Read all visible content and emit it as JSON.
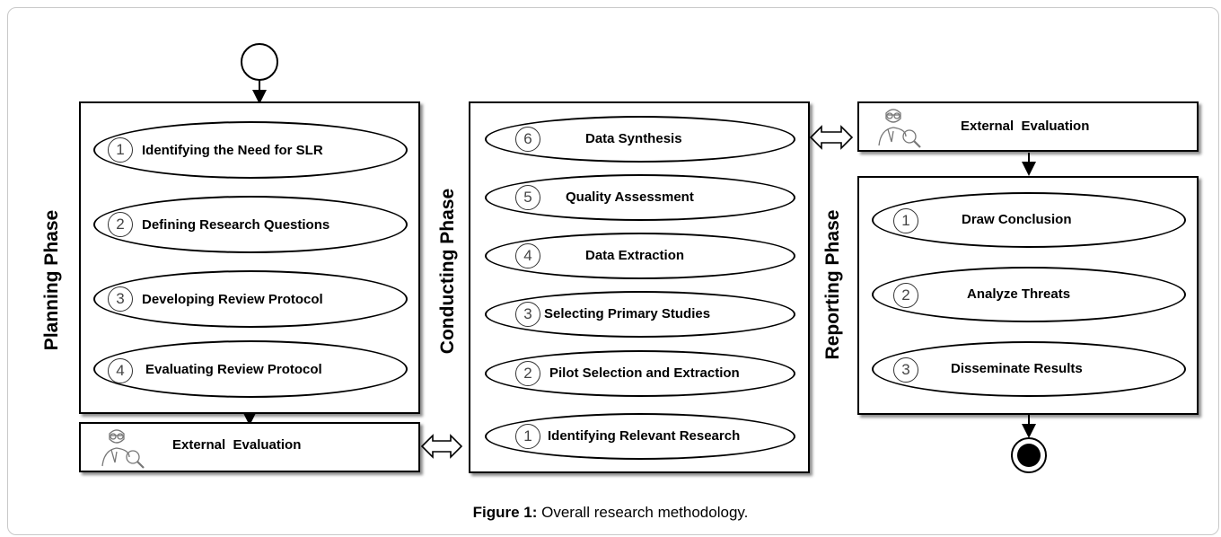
{
  "planning": {
    "phase_label": "Planning Phase",
    "steps": [
      {
        "num": "1",
        "label": "Identifying the Need for SLR"
      },
      {
        "num": "2",
        "label": "Defining Research Questions"
      },
      {
        "num": "3",
        "label": "Developing Review Protocol"
      },
      {
        "num": "4",
        "label": "Evaluating Review Protocol"
      }
    ]
  },
  "conducting": {
    "phase_label": "Conducting Phase",
    "steps": [
      {
        "num": "6",
        "label": "Data Synthesis"
      },
      {
        "num": "5",
        "label": "Quality Assessment"
      },
      {
        "num": "4",
        "label": "Data Extraction"
      },
      {
        "num": "3",
        "label": "Selecting Primary Studies"
      },
      {
        "num": "2",
        "label": "Pilot Selection and Extraction"
      },
      {
        "num": "1",
        "label": "Identifying Relevant Research"
      }
    ]
  },
  "reporting": {
    "phase_label": "Reporting Phase",
    "steps": [
      {
        "num": "1",
        "label": "Draw Conclusion"
      },
      {
        "num": "2",
        "label": "Analyze Threats"
      },
      {
        "num": "3",
        "label": "Disseminate Results"
      }
    ]
  },
  "external_evaluation": {
    "left_label": "External  Evaluation",
    "right_label": "External  Evaluation",
    "icon": "reviewer-magnifier-icon"
  },
  "caption": {
    "prefix": "Figure 1:",
    "text": " Overall research methodology."
  }
}
